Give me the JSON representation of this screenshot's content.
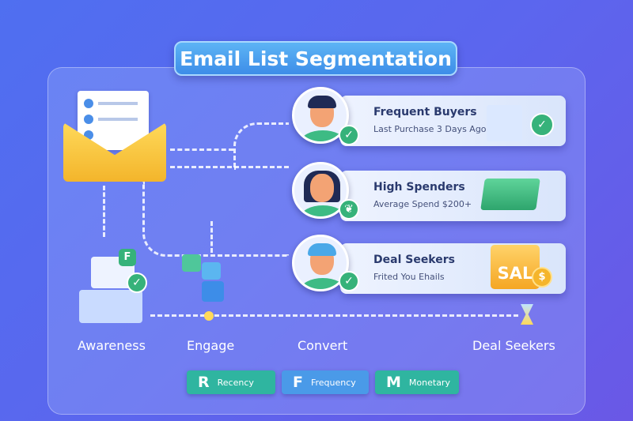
{
  "title": "Email List Segmentation",
  "segments": [
    {
      "name": "Frequent Buyers",
      "detail": "Last Purchase 3 Days Ago",
      "badge_icon": "check-icon"
    },
    {
      "name": "High Spenders",
      "detail": "Average Spend $200+",
      "badge_icon": "leaf-icon"
    },
    {
      "name": "Deal Seekers",
      "detail": "Frited You Ehails",
      "badge_icon": "check-icon",
      "sale_text": "SAL",
      "coin_text": "$"
    }
  ],
  "stages": [
    "Awareness",
    "Engage",
    "Convert",
    "Deal Seekers"
  ],
  "rfm": [
    {
      "letter": "R",
      "label": "Recency",
      "color": "#2fb5a0"
    },
    {
      "letter": "F",
      "label": "Frequency",
      "color": "#4a9ae8"
    },
    {
      "letter": "M",
      "label": "Monetary",
      "color": "#2fb5a0"
    }
  ],
  "icons": {
    "check": "✓",
    "leaf": "❦",
    "funnel_letter": "F"
  }
}
